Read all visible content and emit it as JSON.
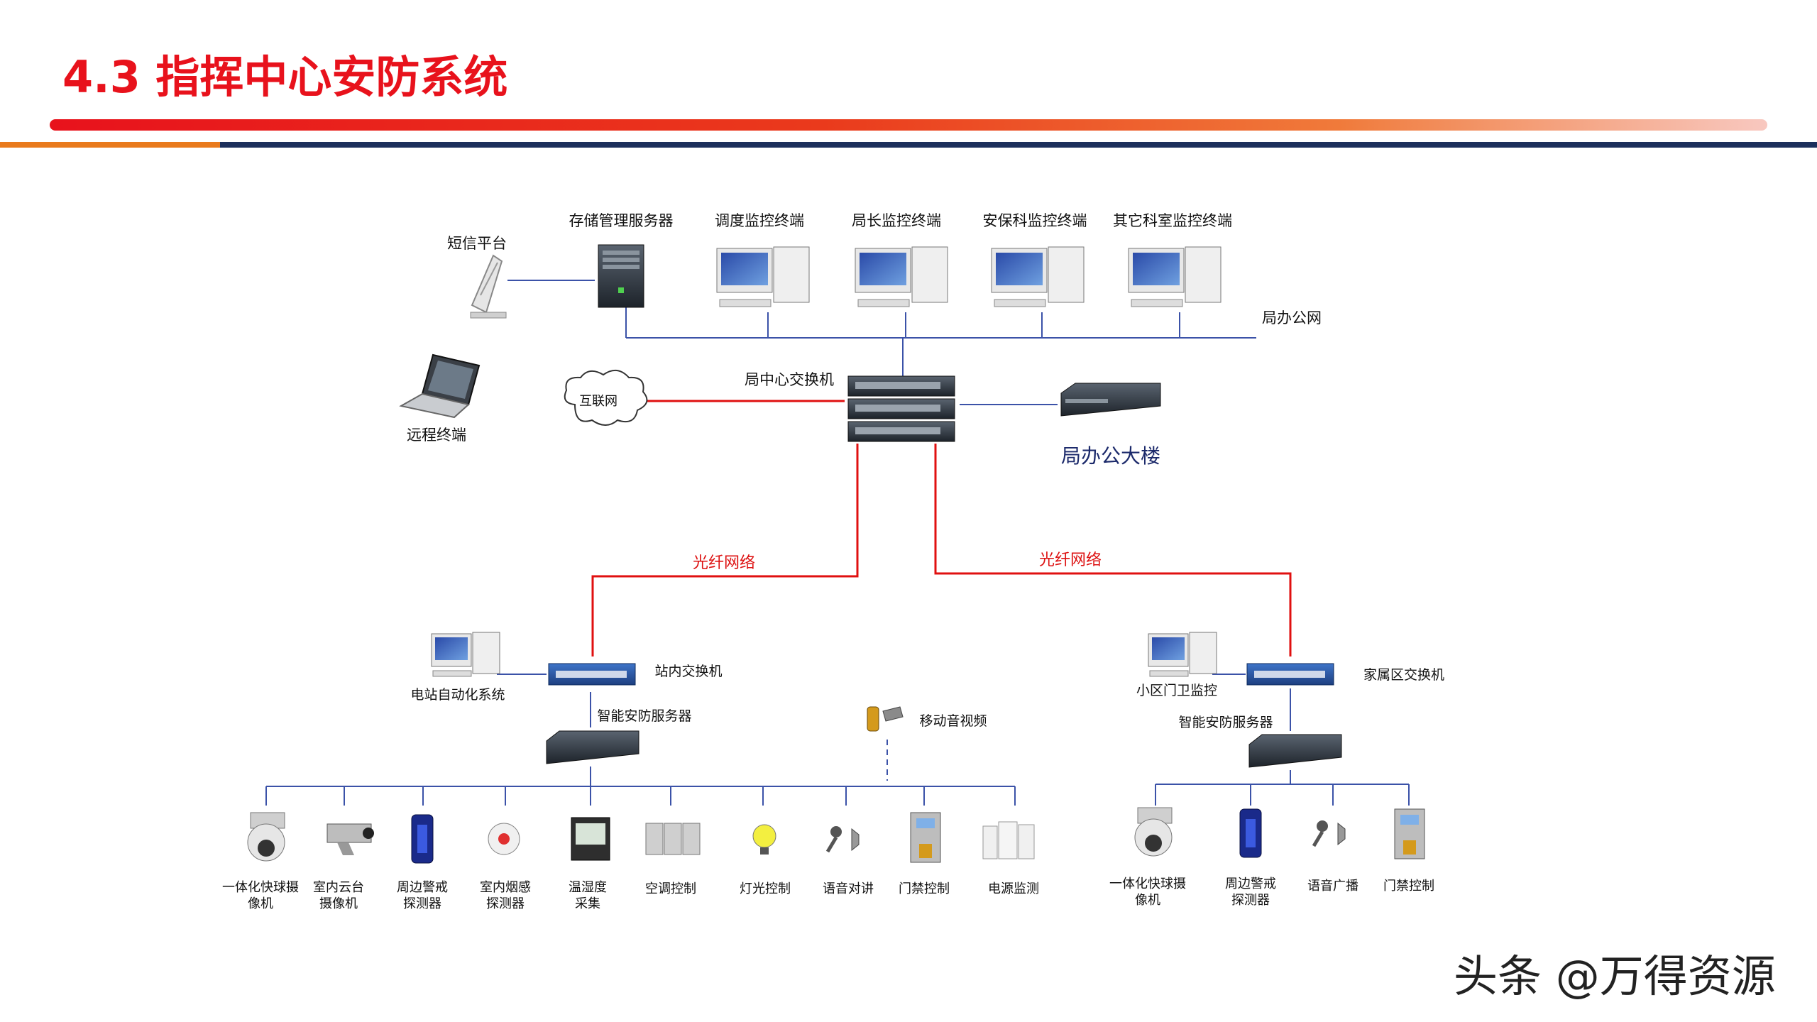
{
  "slide": {
    "title": "4.3 指挥中心安防系统"
  },
  "top": {
    "sms": "短信平台",
    "storage_server": "存储管理服务器",
    "terminals": [
      "调度监控终端",
      "局长监控终端",
      "安保科监控终端",
      "其它科室监控终端"
    ],
    "office_net": "局办公网",
    "core_switch": "局中心交换机",
    "internet": "互联网",
    "remote": "远程终端",
    "office_building": "局办公大楼"
  },
  "fiber_label": "光纤网络",
  "left_site": {
    "station_switch": "站内交换机",
    "auto_system": "电站自动化系统",
    "security_server": "智能安防服务器",
    "mobile": "移动音视频",
    "devices": [
      "一体化快球摄像机",
      "室内云台摄像机",
      "周边警戒探测器",
      "室内烟感探测器",
      "温湿度采集",
      "空调控制",
      "灯光控制",
      "语音对讲",
      "门禁控制",
      "电源监测"
    ]
  },
  "right_site": {
    "family_switch": "家属区交换机",
    "gate_monitor": "小区门卫监控",
    "security_server": "智能安防服务器",
    "devices": [
      "一体化快球摄像机",
      "周边警戒探测器",
      "语音广播",
      "门禁控制"
    ]
  },
  "watermark": "头条 @万得资源",
  "colors": {
    "title": "#e8121c",
    "fiber": "#e01010",
    "link": "#3b52a8"
  }
}
